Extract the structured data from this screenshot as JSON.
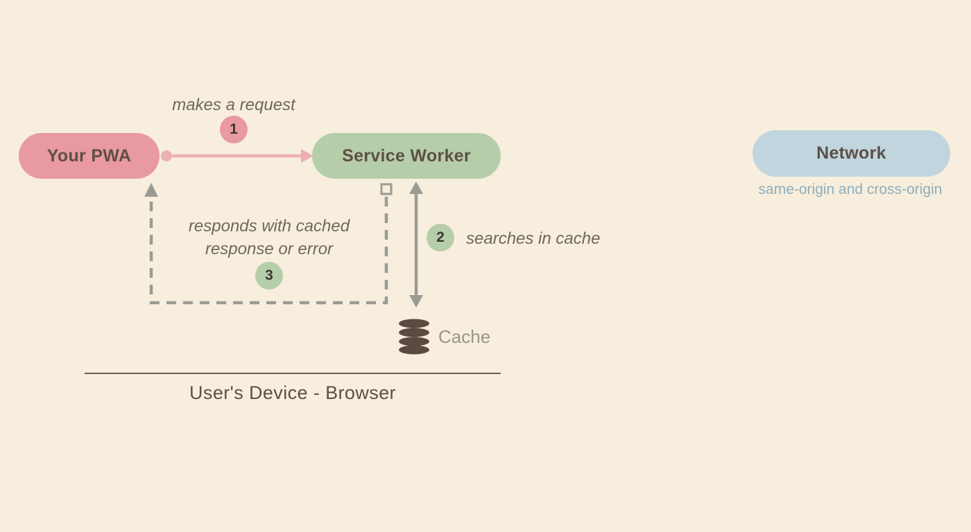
{
  "diagram": {
    "nodes": {
      "pwa": {
        "label": "Your PWA"
      },
      "service_worker": {
        "label": "Service Worker"
      },
      "network": {
        "label": "Network",
        "subtitle": "same-origin and cross-origin"
      },
      "cache": {
        "label": "Cache"
      }
    },
    "steps": [
      {
        "number": "1",
        "label": "makes a request"
      },
      {
        "number": "2",
        "label": "searches in cache"
      },
      {
        "number": "3",
        "label": "responds with cached response or error"
      }
    ],
    "footer": {
      "label": "User's Device - Browser"
    },
    "colors": {
      "background": "#f7eedd",
      "pwa_pill": "#e999a0",
      "service_worker_pill": "#b6cdaa",
      "network_pill": "#c0d5de",
      "request_arrow": "#eeafb4",
      "gray_arrow": "#9b9b94",
      "text_dark": "#5d5044",
      "step_label_text": "#6e675e",
      "network_subtitle_text": "#8fadbc",
      "cache_label_text": "#9a938c",
      "cache_icon": "#5b4a42",
      "footer_line": "#6b5e54"
    }
  }
}
